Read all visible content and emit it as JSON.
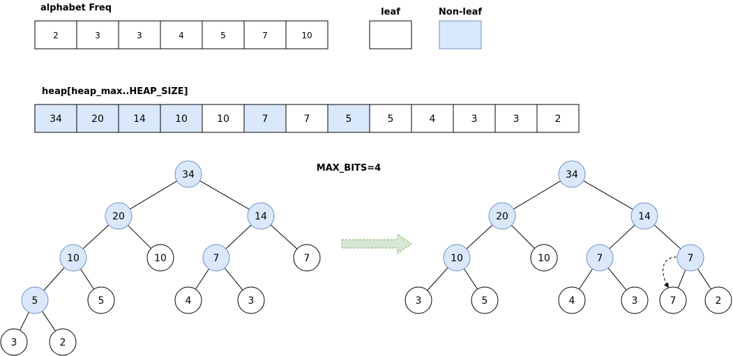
{
  "labels": {
    "freq_title": "alphabet Freq",
    "leaf": "leaf",
    "non_leaf": "Non-leaf",
    "heap_title": "heap[heap_max..HEAP_SIZE]",
    "max_bits": "MAX_BITS=4"
  },
  "colors": {
    "non_leaf_fill": "#dae8fc",
    "non_leaf_stroke": "#6c8ebf",
    "leaf_fill": "#ffffff",
    "stroke": "#000000",
    "arrow_fill": "#d5e8d4",
    "arrow_stroke": "#82b366"
  },
  "freq": [
    "2",
    "3",
    "3",
    "4",
    "5",
    "7",
    "10"
  ],
  "heap": [
    {
      "value": "34",
      "nonleaf": true
    },
    {
      "value": "20",
      "nonleaf": true
    },
    {
      "value": "14",
      "nonleaf": true
    },
    {
      "value": "10",
      "nonleaf": true
    },
    {
      "value": "10",
      "nonleaf": false
    },
    {
      "value": "7",
      "nonleaf": true
    },
    {
      "value": "7",
      "nonleaf": false
    },
    {
      "value": "5",
      "nonleaf": true
    },
    {
      "value": "5",
      "nonleaf": false
    },
    {
      "value": "4",
      "nonleaf": false
    },
    {
      "value": "3",
      "nonleaf": false
    },
    {
      "value": "3",
      "nonleaf": false
    },
    {
      "value": "2",
      "nonleaf": false
    }
  ],
  "tree_before": {
    "nodes": [
      {
        "id": "a",
        "value": "34",
        "nonleaf": true
      },
      {
        "id": "b",
        "value": "20",
        "nonleaf": true
      },
      {
        "id": "c",
        "value": "14",
        "nonleaf": true
      },
      {
        "id": "d",
        "value": "10",
        "nonleaf": true
      },
      {
        "id": "e",
        "value": "10",
        "nonleaf": false
      },
      {
        "id": "f",
        "value": "7",
        "nonleaf": true
      },
      {
        "id": "g",
        "value": "7",
        "nonleaf": false
      },
      {
        "id": "h",
        "value": "5",
        "nonleaf": true
      },
      {
        "id": "i",
        "value": "5",
        "nonleaf": false
      },
      {
        "id": "j",
        "value": "4",
        "nonleaf": false
      },
      {
        "id": "k",
        "value": "3",
        "nonleaf": false
      },
      {
        "id": "l",
        "value": "3",
        "nonleaf": false
      },
      {
        "id": "m",
        "value": "2",
        "nonleaf": false
      }
    ],
    "edges": [
      [
        "a",
        "b"
      ],
      [
        "a",
        "c"
      ],
      [
        "b",
        "d"
      ],
      [
        "b",
        "e"
      ],
      [
        "c",
        "f"
      ],
      [
        "c",
        "g"
      ],
      [
        "d",
        "h"
      ],
      [
        "d",
        "i"
      ],
      [
        "f",
        "j"
      ],
      [
        "f",
        "k"
      ],
      [
        "h",
        "l"
      ],
      [
        "h",
        "m"
      ]
    ]
  },
  "tree_after": {
    "nodes": [
      {
        "id": "a",
        "value": "34",
        "nonleaf": true
      },
      {
        "id": "b",
        "value": "20",
        "nonleaf": true
      },
      {
        "id": "c",
        "value": "14",
        "nonleaf": true
      },
      {
        "id": "d",
        "value": "10",
        "nonleaf": true
      },
      {
        "id": "e",
        "value": "10",
        "nonleaf": false
      },
      {
        "id": "f",
        "value": "7",
        "nonleaf": true
      },
      {
        "id": "g",
        "value": "7",
        "nonleaf": true
      },
      {
        "id": "h",
        "value": "3",
        "nonleaf": false
      },
      {
        "id": "i",
        "value": "5",
        "nonleaf": false
      },
      {
        "id": "j",
        "value": "4",
        "nonleaf": false
      },
      {
        "id": "k",
        "value": "3",
        "nonleaf": false
      },
      {
        "id": "l",
        "value": "7",
        "nonleaf": false
      },
      {
        "id": "m",
        "value": "2",
        "nonleaf": false
      }
    ],
    "edges": [
      [
        "a",
        "b"
      ],
      [
        "a",
        "c"
      ],
      [
        "b",
        "d"
      ],
      [
        "b",
        "e"
      ],
      [
        "c",
        "f"
      ],
      [
        "c",
        "g"
      ],
      [
        "d",
        "h"
      ],
      [
        "d",
        "i"
      ],
      [
        "f",
        "j"
      ],
      [
        "f",
        "k"
      ],
      [
        "g",
        "l"
      ],
      [
        "g",
        "m"
      ]
    ]
  }
}
